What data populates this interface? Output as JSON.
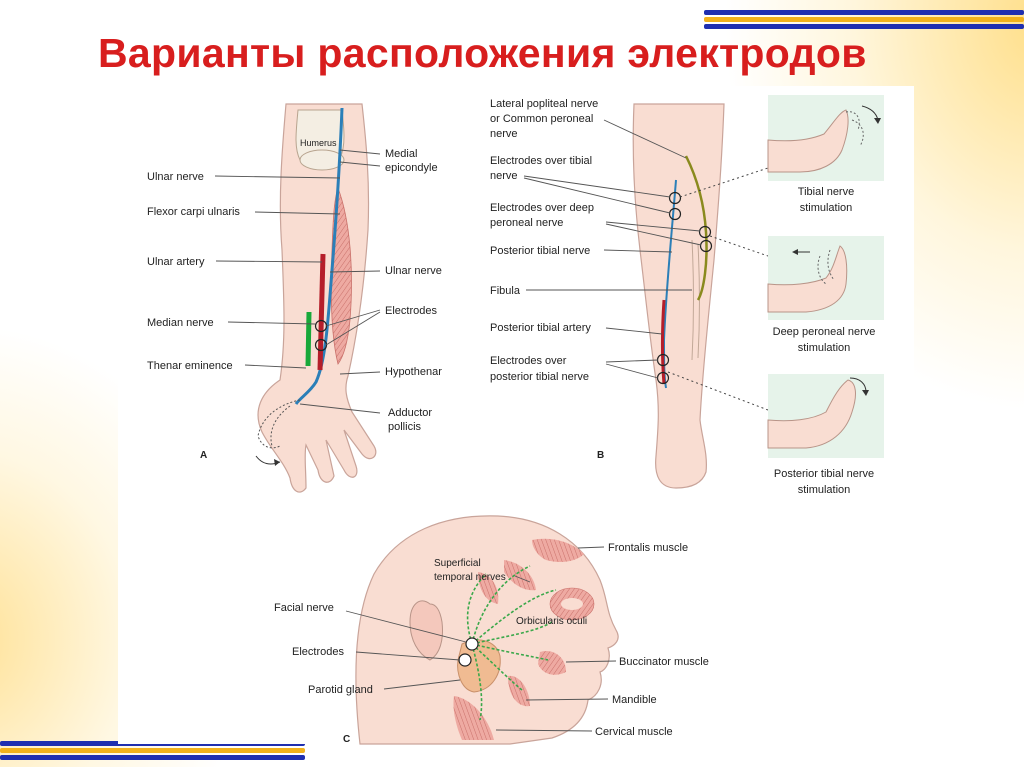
{
  "title": "Варианты расположения электродов",
  "panel_a": {
    "letter": "A",
    "labels": {
      "humerus": "Humerus",
      "medial_epicondyle_1": "Medial",
      "medial_epicondyle_2": "epicondyle",
      "ulnar_nerve_left": "Ulnar nerve",
      "flexor_carpi": "Flexor carpi ulnaris",
      "ulnar_artery": "Ulnar artery",
      "ulnar_nerve_right": "Ulnar nerve",
      "median_nerve": "Median nerve",
      "electrodes": "Electrodes",
      "thenar": "Thenar eminence",
      "hypothenar": "Hypothenar",
      "adductor_1": "Adductor",
      "adductor_2": "pollicis"
    }
  },
  "panel_b": {
    "letter": "B",
    "labels": {
      "lateral_1": "Lateral popliteal nerve",
      "lateral_2": "or Common peroneal",
      "lateral_3": "nerve",
      "elec_tibial_1": "Electrodes over tibial",
      "elec_tibial_2": "nerve",
      "elec_deep_1": "Electrodes over deep",
      "elec_deep_2": "peroneal nerve",
      "post_tibial_nerve": "Posterior tibial nerve",
      "fibula": "Fibula",
      "post_tibial_artery": "Posterior tibial artery",
      "elec_post_1": "Electrodes over",
      "elec_post_2": "posterior tibial nerve"
    },
    "insets": [
      {
        "line1": "Tibial nerve",
        "line2": "stimulation"
      },
      {
        "line1": "Deep peroneal nerve",
        "line2": "stimulation"
      },
      {
        "line1": "Posterior tibial nerve",
        "line2": "stimulation"
      }
    ]
  },
  "panel_c": {
    "letter": "C",
    "labels": {
      "superficial_1": "Superficial",
      "superficial_2": "temporal nerves",
      "frontalis": "Frontalis muscle",
      "facial_nerve": "Facial nerve",
      "orbicularis": "Orbicularis oculi",
      "electrodes": "Electrodes",
      "buccinator": "Buccinator muscle",
      "parotid": "Parotid gland",
      "mandible": "Mandible",
      "cervical": "Cervical muscle"
    }
  },
  "colors": {
    "title": "#d81e1e",
    "stripe_blue": "#1f2fb0",
    "stripe_gold": "#f2b21c",
    "skin": "#f9ddd2",
    "muscle": "#e89c94",
    "nerve_blue": "#2b7fb8",
    "nerve_olive": "#8a8a1e",
    "artery_red": "#b51e2a",
    "median_green": "#18a83a",
    "inset_bg": "#e6f3ea",
    "facial_green": "#3aa84a"
  }
}
